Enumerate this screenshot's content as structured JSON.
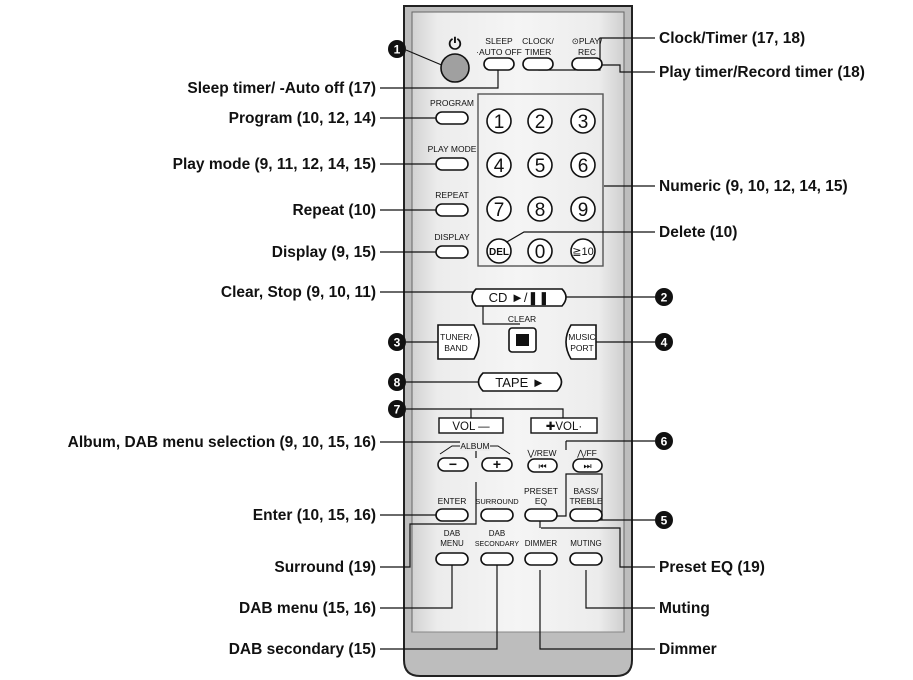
{
  "labels": {
    "clock_timer": "Clock/Timer (17, 18)",
    "play_timer": "Play timer/Record timer (18)",
    "sleep_timer": "Sleep timer/ -Auto off (17)",
    "program": "Program (10, 12, 14)",
    "play_mode": "Play mode (9, 11, 12, 14, 15)",
    "numeric": "Numeric (9, 10, 12, 14, 15)",
    "repeat": "Repeat (10)",
    "display": "Display (9, 15)",
    "delete": "Delete (10)",
    "clear_stop": "Clear, Stop (9, 10, 11)",
    "album_dab": "Album, DAB menu selection (9, 10, 15, 16)",
    "enter": "Enter (10, 15, 16)",
    "surround": "Surround (19)",
    "preset_eq": "Preset EQ (19)",
    "dab_menu": "DAB menu (15, 16)",
    "muting": "Muting",
    "dab_secondary": "DAB secondary (15)",
    "dimmer": "Dimmer"
  },
  "callouts": {
    "c1": "1",
    "c2": "2",
    "c3": "3",
    "c4": "4",
    "c5": "5",
    "c6": "6",
    "c7": "7",
    "c8": "8"
  },
  "buttons": {
    "sleep_1": "SLEEP",
    "sleep_2": "·AUTO OFF",
    "clock_1": "CLOCK/",
    "clock_2": "TIMER",
    "play_1": "⊙PLAY/",
    "play_2": "REC",
    "program": "PROGRAM",
    "play_mode": "PLAY MODE",
    "repeat": "REPEAT",
    "display": "DISPLAY",
    "del": "DEL",
    "n1": "1",
    "n2": "2",
    "n3": "3",
    "n4": "4",
    "n5": "5",
    "n6": "6",
    "n7": "7",
    "n8": "8",
    "n9": "9",
    "n0": "0",
    "n10": "≧10",
    "cd": "CD ►/❚❚",
    "clear": "CLEAR",
    "tuner_1": "TUNER/",
    "tuner_2": "BAND",
    "music_1": "MUSIC",
    "music_2": "PORT",
    "tape": "TAPE ►",
    "vol_minus": "VOL —",
    "vol_plus": "✚VOL·",
    "album": "ALBUM",
    "minus": "−",
    "plus": "+",
    "rew": "⋁/REW",
    "ff": "⋀/FF",
    "enter": "ENTER",
    "surround": "SURROUND",
    "preset_1": "PRESET",
    "preset_2": "EQ",
    "bass_1": "BASS/",
    "bass_2": "TREBLE",
    "dab_menu_1": "DAB",
    "dab_menu_2": "MENU",
    "dab_sec_1": "DAB",
    "dab_sec_2": "SECONDARY",
    "dimmer": "DIMMER",
    "muting": "MUTING"
  }
}
